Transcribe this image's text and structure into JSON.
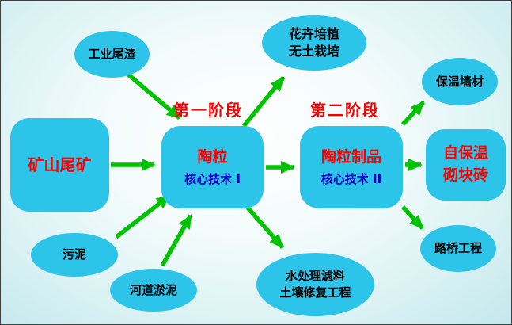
{
  "diagram": {
    "stages": {
      "stage1": "第一阶段",
      "stage2": "第二阶段"
    },
    "sources": {
      "industrial_slag": "工业尾渣",
      "mine_tailings": "矿山尾矿",
      "sludge": "污泥",
      "river_silt": "河道淤泥"
    },
    "process": {
      "ceramsite": {
        "title": "陶粒",
        "subtitle": "核心技术 I"
      },
      "ceramsite_products": {
        "title": "陶粒制品",
        "subtitle": "核心技术 II"
      }
    },
    "applications": {
      "flower": {
        "line1": "花卉培植",
        "line2": "无土栽培"
      },
      "water": {
        "line1": "水处理滤料",
        "line2": "土壤修复工程"
      },
      "insulation_wall": "保温墙材",
      "self_insulating_block": {
        "line1": "自保温",
        "line2": "砌块砖"
      },
      "road_bridge": "路桥工程"
    },
    "colors": {
      "shape_fill": "#2cc4e9",
      "arrow_green": "#00c300",
      "highlight_red": "#ff0000",
      "tech_blue": "#0000cc"
    }
  }
}
